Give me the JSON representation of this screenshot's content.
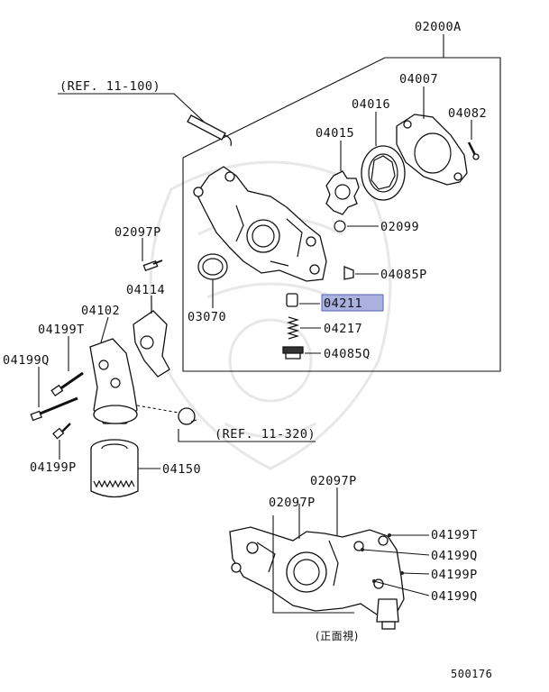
{
  "diagram": {
    "labels": {
      "assy": "02000A",
      "ref_top": "(REF. 11-100)",
      "ref_mid": "(REF. 11-320)",
      "p04007": "04007",
      "p04016": "04016",
      "p04082": "04082",
      "p04015": "04015",
      "p02099": "02099",
      "p04085P": "04085P",
      "p03070": "03070",
      "p04211": "04211",
      "p04217": "04217",
      "p04085Q": "04085Q",
      "p02097P": "02097P",
      "p04114": "04114",
      "p04102": "04102",
      "p04199T": "04199T",
      "p04199Q": "04199Q",
      "p04199P": "04199P",
      "p04150": "04150",
      "front_02097P_a": "02097P",
      "front_02097P_b": "02097P",
      "front_04199T": "04199T",
      "front_04199Q_a": "04199Q",
      "front_04199P": "04199P",
      "front_04199Q_b": "04199Q",
      "front_view": "(正面視)",
      "diagram_no": "500176"
    },
    "highlight_color": "#aab0e0"
  }
}
